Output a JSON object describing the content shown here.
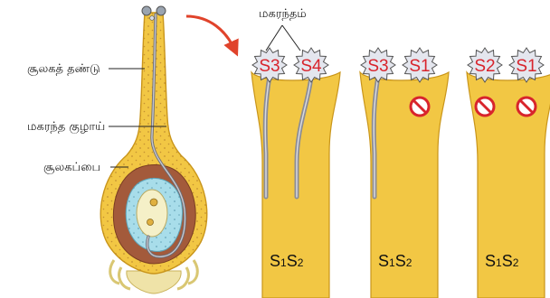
{
  "labels": {
    "pollen_header": "மகரந்தம்",
    "stigma_style": "சூலகத் தண்டு",
    "pollen_tube": "மகரந்த குழாய்",
    "ovary": "சூலகப்பை"
  },
  "panels": [
    {
      "pollen": [
        "S3",
        "S4"
      ],
      "blocked": [
        false,
        false
      ],
      "tubes": [
        true,
        true
      ],
      "genotype": {
        "a": "S",
        "a_sub": "1",
        "b": "S",
        "b_sub": "2"
      }
    },
    {
      "pollen": [
        "S3",
        "S1"
      ],
      "blocked": [
        false,
        true
      ],
      "tubes": [
        true,
        false
      ],
      "genotype": {
        "a": "S",
        "a_sub": "1",
        "b": "S",
        "b_sub": "2"
      }
    },
    {
      "pollen": [
        "S2",
        "S1"
      ],
      "blocked": [
        true,
        true
      ],
      "tubes": [
        false,
        false
      ],
      "genotype": {
        "a": "S",
        "a_sub": "1",
        "b": "S",
        "b_sub": "2"
      }
    }
  ],
  "colors": {
    "style_fill": "#f2c744",
    "style_edge": "#c9951a",
    "pollen_fill": "#e4e6ee",
    "pollen_text": "#d8242c",
    "tube": "#8c8d95",
    "block_red": "#d8242c",
    "arrow": "#e0432b",
    "ovary_wall": "#a35a3b",
    "ovule_cyan": "#a8ddea"
  }
}
